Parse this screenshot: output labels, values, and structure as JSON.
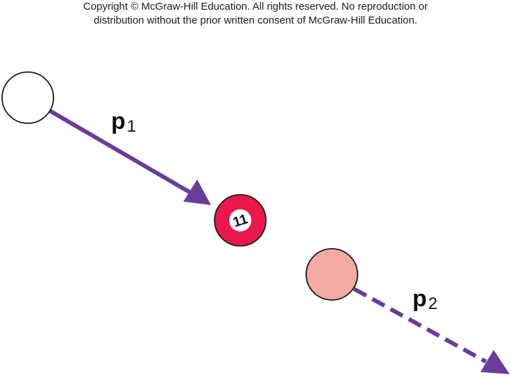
{
  "copyright": {
    "line1": "Copyright © McGraw-Hill Education.  All rights reserved. No reproduction or",
    "line2": "distribution without the prior written consent of McGraw-Hill Education."
  },
  "labels": {
    "p1_main": "p",
    "p1_sub": "1",
    "p2_main": "p",
    "p2_sub": "2"
  },
  "ball": {
    "number": "11"
  },
  "colors": {
    "arrow": "#6a3d9a",
    "cue_ball": "#ffffff",
    "ball_11": "#e8184a",
    "ball_faded": "#f4aaa4",
    "outline": "#1a1a1a"
  }
}
